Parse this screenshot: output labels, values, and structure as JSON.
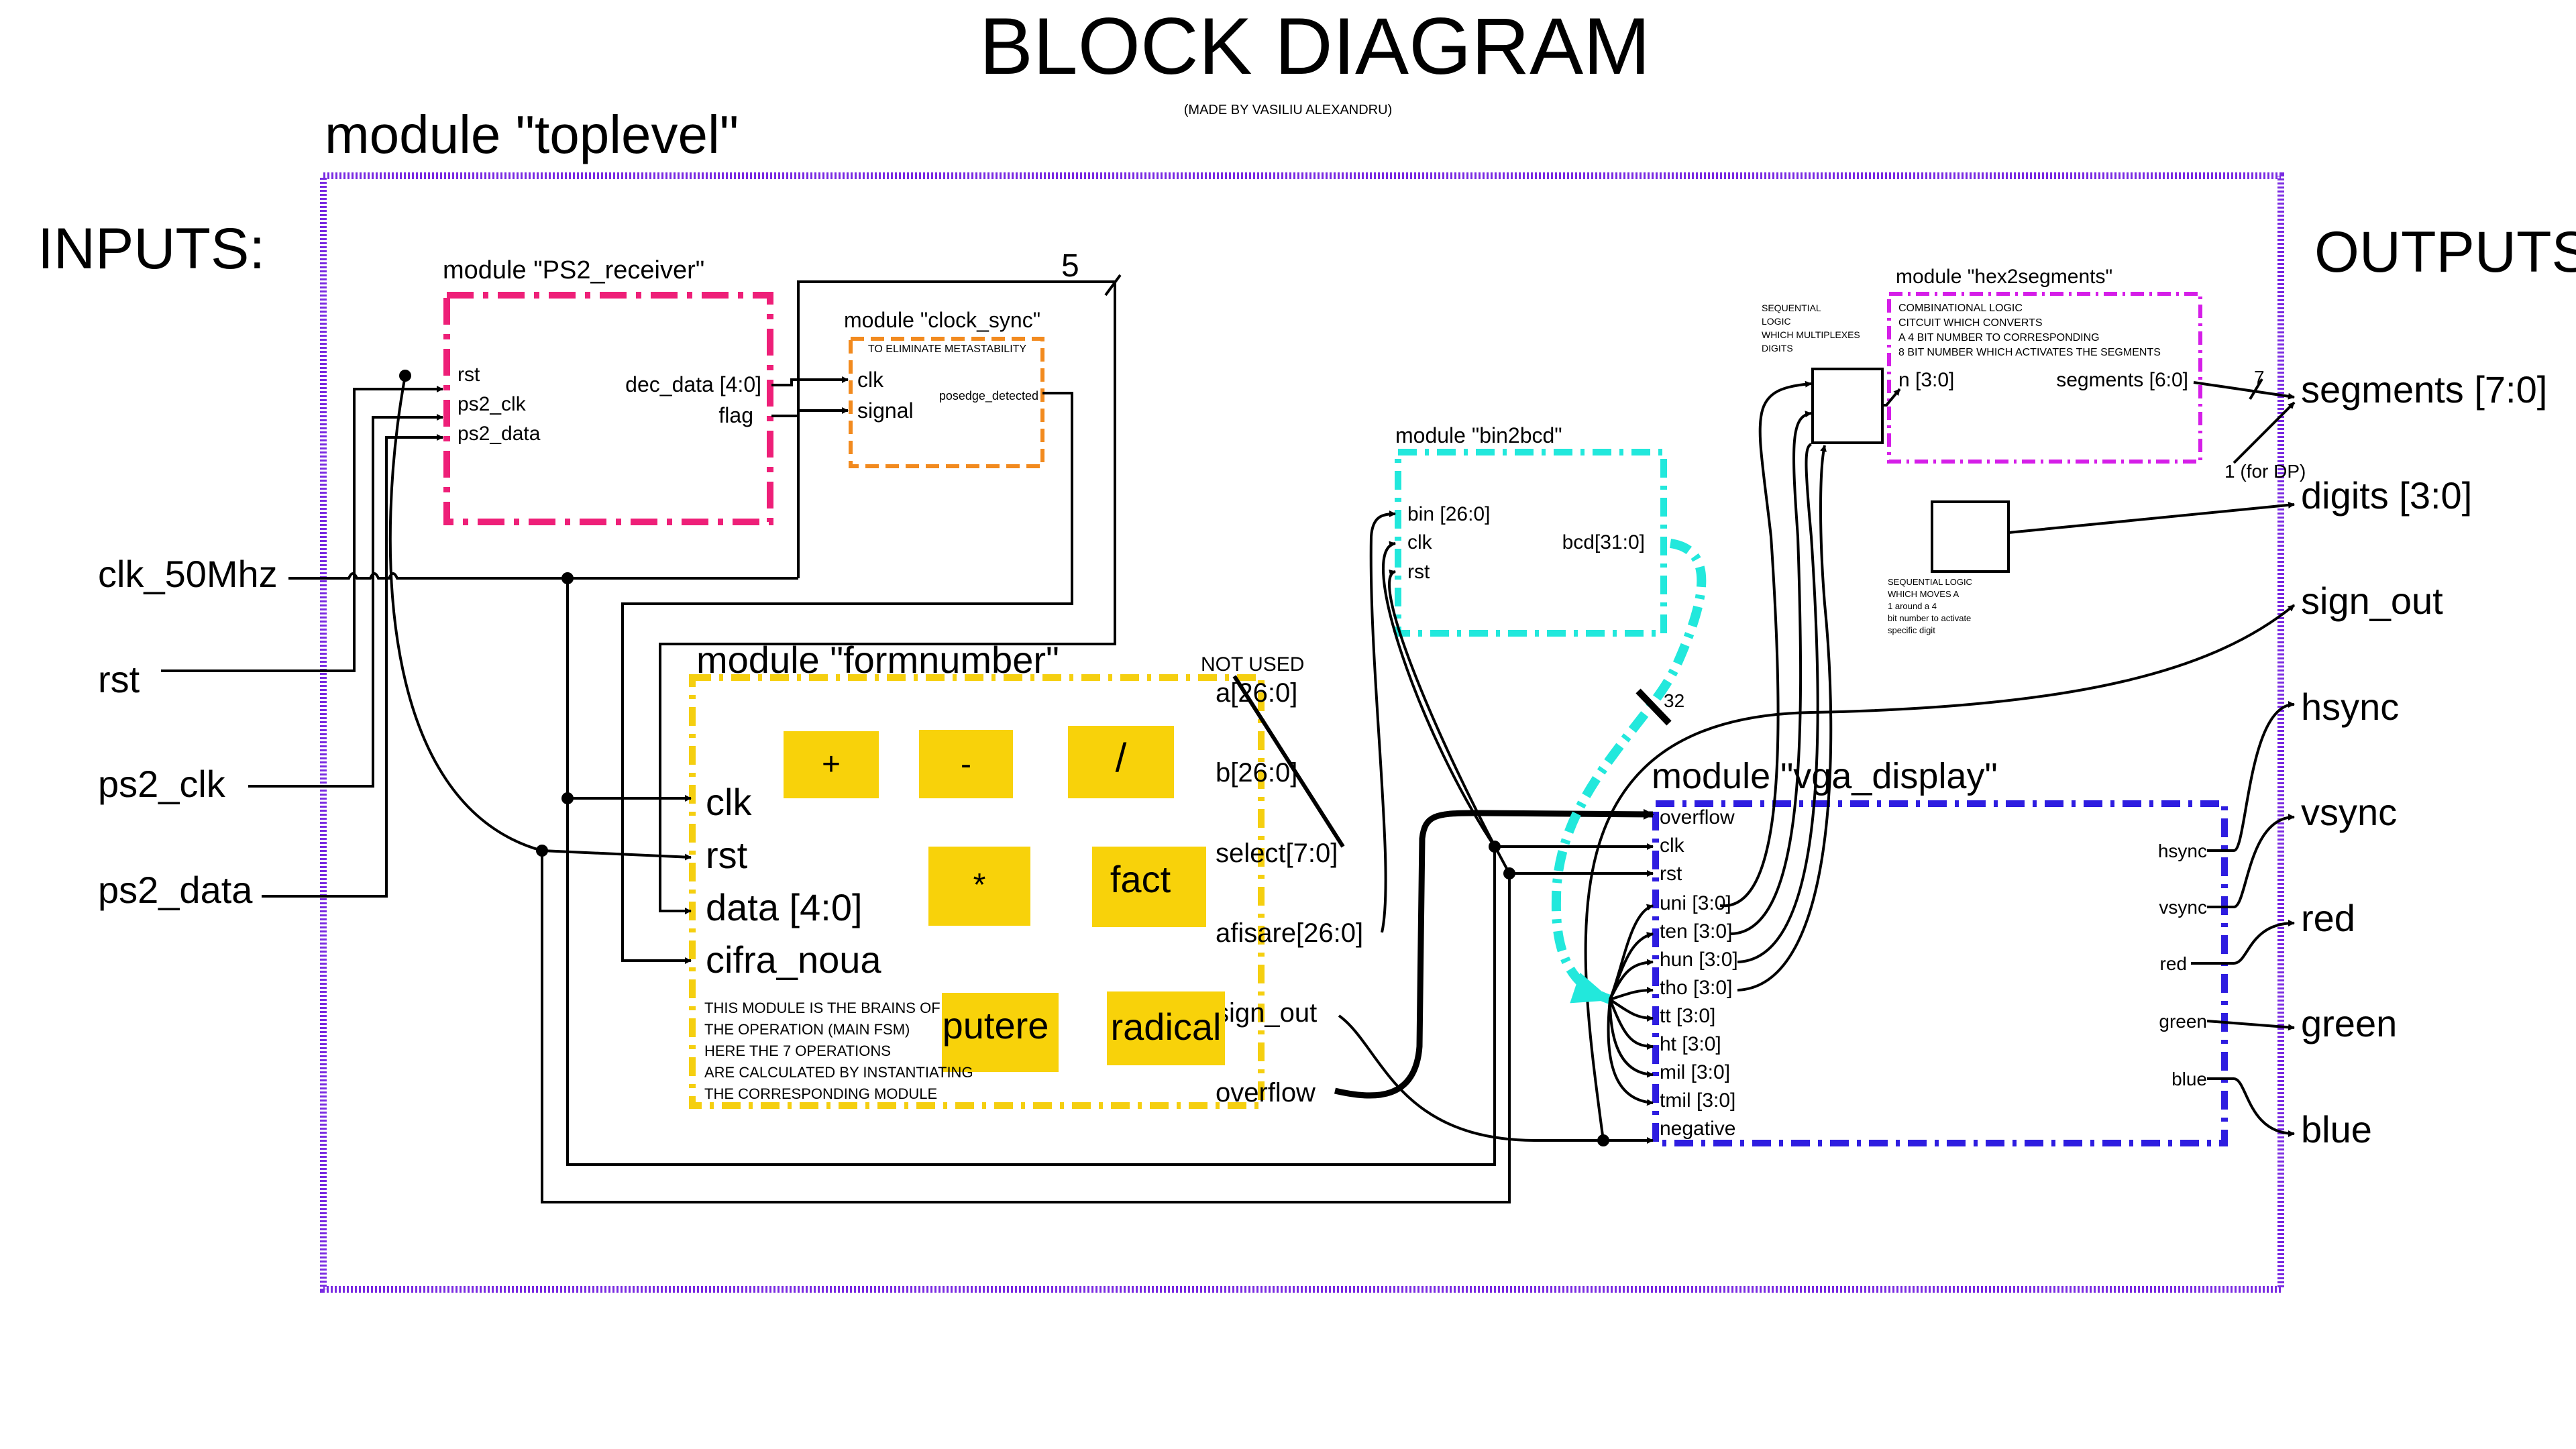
{
  "title": "BLOCK DIAGRAM",
  "subtitle": "(MADE BY VASILIU ALEXANDRU)",
  "colors": {
    "toplevel": "#7a2be2",
    "ps2": "#ee1f78",
    "clocksync": "#f28a1e",
    "bin2bcd": "#22e8dc",
    "formnumber": "#f5cf10",
    "opbox": "#f8d20a",
    "vga": "#2e1de0",
    "hex2seg": "#d51ee8",
    "io_label": "#2f8a16"
  },
  "toplevel": {
    "label": "module \"toplevel\""
  },
  "inputs": {
    "heading": "INPUTS:",
    "pins": [
      "clk_50Mhz",
      "rst",
      "ps2_clk",
      "ps2_data"
    ]
  },
  "outputs": {
    "heading": "OUTPUTS:",
    "pins": [
      "segments [7:0]",
      "digits [3:0]",
      "sign_out",
      "hsync",
      "vsync",
      "red",
      "green",
      "blue"
    ]
  },
  "ps2_receiver": {
    "label": "module \"PS2_receiver\"",
    "in_ports": [
      "rst",
      "ps2_clk",
      "ps2_data"
    ],
    "out_ports": [
      "dec_data [4:0]",
      "flag"
    ]
  },
  "clock_sync": {
    "label": "module \"clock_sync\"",
    "note": "TO ELIMINATE METASTABILITY",
    "in_ports": [
      "clk",
      "signal"
    ],
    "out_port": "posedge_detected"
  },
  "bus_widths": {
    "dec_data": "5",
    "bcd": "32",
    "segments": "7",
    "dp": "1 (for DP)"
  },
  "bin2bcd": {
    "label": "module \"bin2bcd\"",
    "in_ports": [
      "bin [26:0]",
      "clk",
      "rst"
    ],
    "out_port": "bcd[31:0]"
  },
  "formnumber": {
    "label": "module \"formnumber\"",
    "in_ports": [
      "clk",
      "rst",
      "data [4:0]",
      "cifra_noua"
    ],
    "out_ports": [
      "a[26:0]",
      "b[26:0]",
      "select[7:0]",
      "afisare[26:0]",
      "sign_out",
      "overflow"
    ],
    "not_used": "NOT USED",
    "ops": [
      "+",
      "-",
      "/",
      "*",
      "fact",
      "putere",
      "radical"
    ],
    "desc": [
      "THIS MODULE IS THE BRAINS OF",
      "THE OPERATION (MAIN FSM)",
      "HERE THE 7 OPERATIONS",
      "ARE CALCULATED BY INSTANTIATING",
      "THE CORRESPONDING MODULE"
    ]
  },
  "vga_display": {
    "label": "module \"vga_display\"",
    "in_ports": [
      "overflow",
      "clk",
      "rst",
      "uni [3:0]",
      "ten [3:0]",
      "hun [3:0]",
      "tho [3:0]",
      "tt [3:0]",
      "ht [3:0]",
      "mil [3:0]",
      "tmil [3:0]",
      "negative"
    ],
    "out_ports": [
      "hsync",
      "vsync",
      "red",
      "green",
      "blue"
    ]
  },
  "mux_note": [
    "SEQUENTIAL",
    "LOGIC",
    "WHICH MULTIPLEXES",
    "DIGITS"
  ],
  "hex2segments": {
    "label": "module \"hex2segments\"",
    "desc": [
      "COMBINATIONAL LOGIC",
      "CITCUIT WHICH CONVERTS",
      "A 4 BIT NUMBER TO CORRESPONDING",
      "8 BIT NUMBER WHICH ACTIVATES THE SEGMENTS"
    ],
    "in_port": "n [3:0]",
    "out_port": "segments [6:0]"
  },
  "digit_note": [
    "SEQUENTIAL LOGIC",
    "WHICH MOVES A",
    "1 around a 4",
    "bit number to activate",
    "specific digit"
  ]
}
